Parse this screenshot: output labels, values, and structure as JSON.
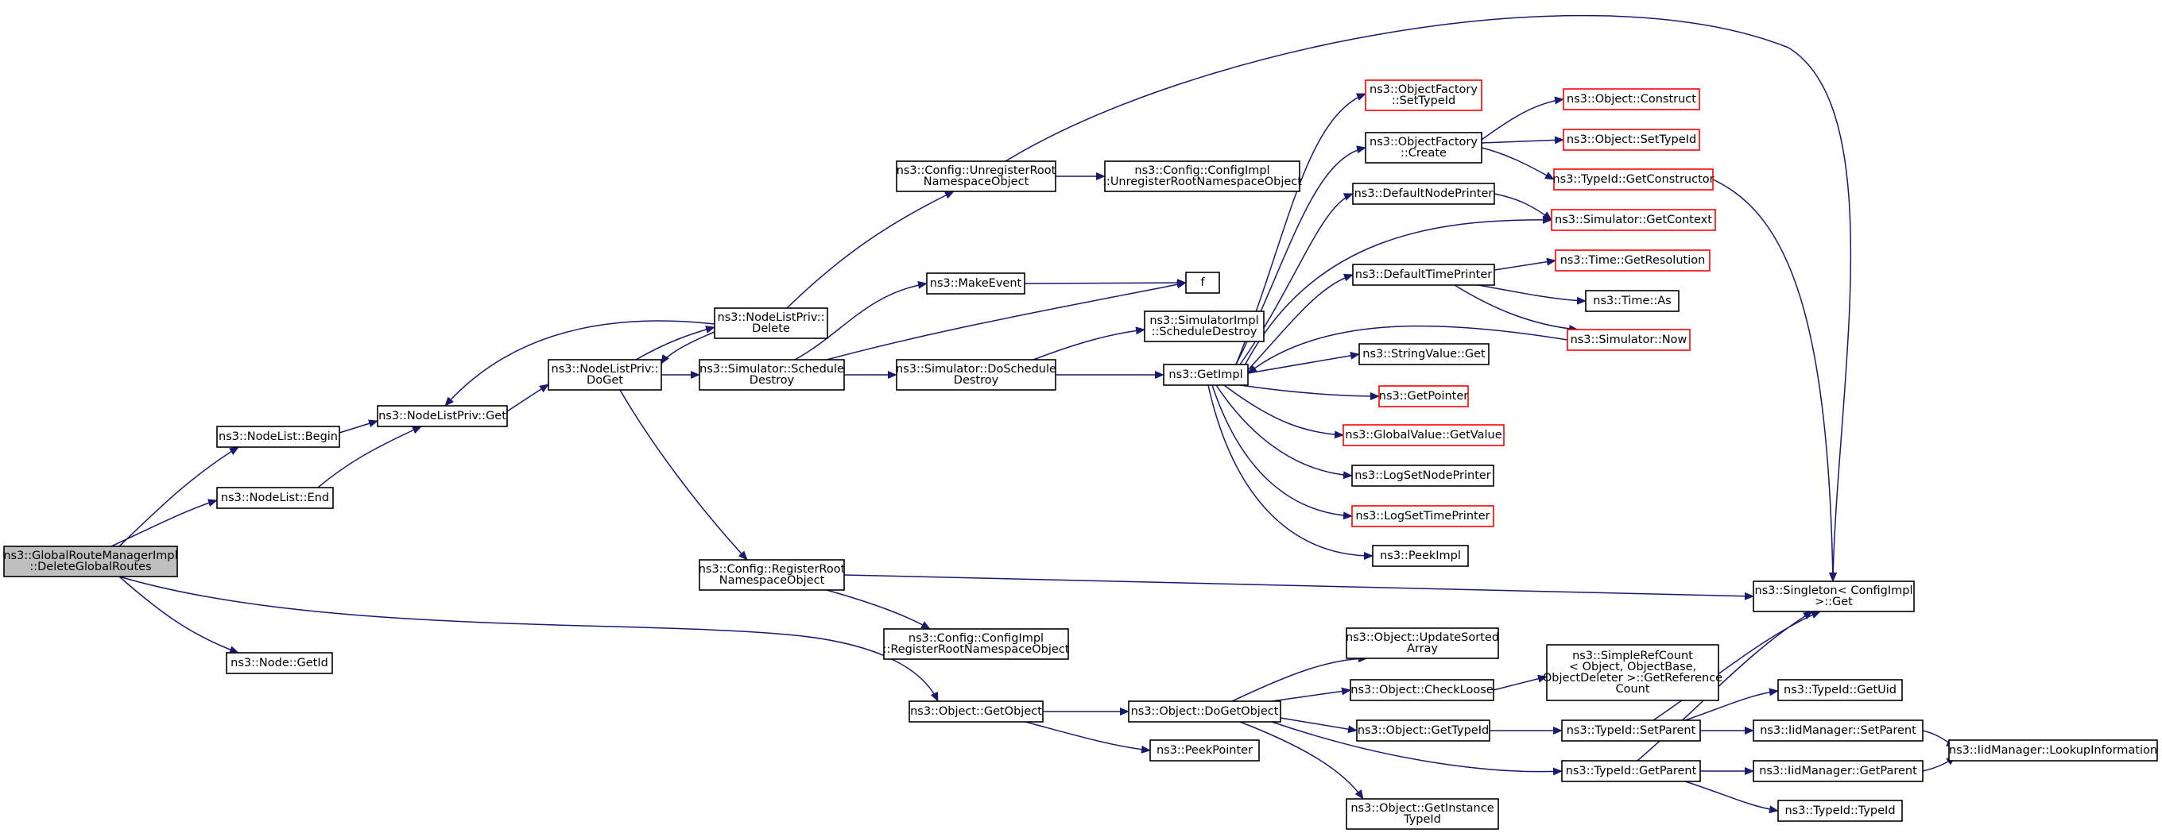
{
  "colors": {
    "edge": "#191970",
    "node_border": "#000000",
    "node_border_truncated": "#ff0000",
    "node_fill": "#ffffff",
    "root_fill": "#bfbfbf"
  },
  "nodes": [
    {
      "id": "root",
      "lines": [
        "ns3::GlobalRouteManagerImpl",
        "::DeleteGlobalRoutes"
      ],
      "style": "root"
    },
    {
      "id": "nl_begin",
      "lines": [
        "ns3::NodeList::Begin"
      ],
      "style": "normal"
    },
    {
      "id": "nl_end",
      "lines": [
        "ns3::NodeList::End"
      ],
      "style": "normal"
    },
    {
      "id": "node_getid",
      "lines": [
        "ns3::Node::GetId"
      ],
      "style": "normal"
    },
    {
      "id": "nlp_get",
      "lines": [
        "ns3::NodeListPriv::Get"
      ],
      "style": "normal"
    },
    {
      "id": "nlp_doget",
      "lines": [
        "ns3::NodeListPriv::",
        "DoGet"
      ],
      "style": "normal"
    },
    {
      "id": "nlp_delete",
      "lines": [
        "ns3::NodeListPriv::",
        "Delete"
      ],
      "style": "normal"
    },
    {
      "id": "cfg_unreg",
      "lines": [
        "ns3::Config::UnregisterRoot",
        "NamespaceObject"
      ],
      "style": "normal"
    },
    {
      "id": "cfgimpl_unreg",
      "lines": [
        "ns3::Config::ConfigImpl",
        "::UnregisterRootNamespaceObject"
      ],
      "style": "normal"
    },
    {
      "id": "makeevent",
      "lines": [
        "ns3::MakeEvent"
      ],
      "style": "normal"
    },
    {
      "id": "f",
      "lines": [
        "f"
      ],
      "style": "normal"
    },
    {
      "id": "sim_schedule",
      "lines": [
        "ns3::Simulator::Schedule",
        "Destroy"
      ],
      "style": "normal"
    },
    {
      "id": "sim_doschedule",
      "lines": [
        "ns3::Simulator::DoSchedule",
        "Destroy"
      ],
      "style": "normal"
    },
    {
      "id": "simimpl_schedule",
      "lines": [
        "ns3::SimulatorImpl",
        "::ScheduleDestroy"
      ],
      "style": "normal"
    },
    {
      "id": "getimpl",
      "lines": [
        "ns3::GetImpl"
      ],
      "style": "normal"
    },
    {
      "id": "cfg_reg",
      "lines": [
        "ns3::Config::RegisterRoot",
        "NamespaceObject"
      ],
      "style": "normal"
    },
    {
      "id": "cfgimpl_reg",
      "lines": [
        "ns3::Config::ConfigImpl",
        "::RegisterRootNamespaceObject"
      ],
      "style": "normal"
    },
    {
      "id": "obj_getobject",
      "lines": [
        "ns3::Object::GetObject"
      ],
      "style": "normal"
    },
    {
      "id": "obj_dogetobject",
      "lines": [
        "ns3::Object::DoGetObject"
      ],
      "style": "normal"
    },
    {
      "id": "peekpointer",
      "lines": [
        "ns3::PeekPointer"
      ],
      "style": "normal"
    },
    {
      "id": "of_settypeid",
      "lines": [
        "ns3::ObjectFactory",
        "::SetTypeId"
      ],
      "style": "truncated"
    },
    {
      "id": "of_create",
      "lines": [
        "ns3::ObjectFactory",
        "::Create"
      ],
      "style": "normal"
    },
    {
      "id": "defnodeprinter",
      "lines": [
        "ns3::DefaultNodePrinter"
      ],
      "style": "normal"
    },
    {
      "id": "deftimeprinter",
      "lines": [
        "ns3::DefaultTimePrinter"
      ],
      "style": "normal"
    },
    {
      "id": "stringvalue_get",
      "lines": [
        "ns3::StringValue::Get"
      ],
      "style": "normal"
    },
    {
      "id": "getpointer",
      "lines": [
        "ns3::GetPointer"
      ],
      "style": "truncated"
    },
    {
      "id": "gv_getvalue",
      "lines": [
        "ns3::GlobalValue::GetValue"
      ],
      "style": "truncated"
    },
    {
      "id": "logsetnodeprinter",
      "lines": [
        "ns3::LogSetNodePrinter"
      ],
      "style": "normal"
    },
    {
      "id": "logsettimeprinter",
      "lines": [
        "ns3::LogSetTimePrinter"
      ],
      "style": "truncated"
    },
    {
      "id": "peekimpl",
      "lines": [
        "ns3::PeekImpl"
      ],
      "style": "normal"
    },
    {
      "id": "obj_construct",
      "lines": [
        "ns3::Object::Construct"
      ],
      "style": "truncated"
    },
    {
      "id": "obj_settypeid",
      "lines": [
        "ns3::Object::SetTypeId"
      ],
      "style": "truncated"
    },
    {
      "id": "typeid_getconstructor",
      "lines": [
        "ns3::TypeId::GetConstructor"
      ],
      "style": "truncated"
    },
    {
      "id": "sim_getcontext",
      "lines": [
        "ns3::Simulator::GetContext"
      ],
      "style": "truncated"
    },
    {
      "id": "time_getresolution",
      "lines": [
        "ns3::Time::GetResolution"
      ],
      "style": "truncated"
    },
    {
      "id": "time_as",
      "lines": [
        "ns3::Time::As"
      ],
      "style": "normal"
    },
    {
      "id": "sim_now",
      "lines": [
        "ns3::Simulator::Now"
      ],
      "style": "truncated"
    },
    {
      "id": "singleton_get",
      "lines": [
        "ns3::Singleton< ConfigImpl",
        " >::Get"
      ],
      "style": "normal"
    },
    {
      "id": "obj_updatesorted",
      "lines": [
        "ns3::Object::UpdateSorted",
        "Array"
      ],
      "style": "normal"
    },
    {
      "id": "obj_checkloose",
      "lines": [
        "ns3::Object::CheckLoose"
      ],
      "style": "normal"
    },
    {
      "id": "obj_gettypeid",
      "lines": [
        "ns3::Object::GetTypeId"
      ],
      "style": "normal"
    },
    {
      "id": "obj_getinstancetypeid",
      "lines": [
        "ns3::Object::GetInstance",
        "TypeId"
      ],
      "style": "normal"
    },
    {
      "id": "simplerefcount",
      "lines": [
        "ns3::SimpleRefCount",
        "< Object, ObjectBase,",
        " ObjectDeleter >::GetReference",
        "Count"
      ],
      "style": "normal"
    },
    {
      "id": "typeid_setparent",
      "lines": [
        "ns3::TypeId::SetParent"
      ],
      "style": "normal"
    },
    {
      "id": "typeid_getparent",
      "lines": [
        "ns3::TypeId::GetParent"
      ],
      "style": "normal"
    },
    {
      "id": "typeid_getuid",
      "lines": [
        "ns3::TypeId::GetUid"
      ],
      "style": "normal"
    },
    {
      "id": "iidm_setparent",
      "lines": [
        "ns3::IidManager::SetParent"
      ],
      "style": "normal"
    },
    {
      "id": "iidm_getparent",
      "lines": [
        "ns3::IidManager::GetParent"
      ],
      "style": "normal"
    },
    {
      "id": "typeid_typeid",
      "lines": [
        "ns3::TypeId::TypeId"
      ],
      "style": "normal"
    },
    {
      "id": "iidm_lookup",
      "lines": [
        "ns3::IidManager::LookupInformation"
      ],
      "style": "normal"
    }
  ],
  "edges": [
    [
      "root",
      "nl_begin"
    ],
    [
      "root",
      "nl_end"
    ],
    [
      "root",
      "node_getid"
    ],
    [
      "root",
      "obj_getobject"
    ],
    [
      "nl_begin",
      "nlp_get"
    ],
    [
      "nl_end",
      "nlp_get"
    ],
    [
      "nlp_get",
      "nlp_doget"
    ],
    [
      "nlp_doget",
      "nlp_delete"
    ],
    [
      "nlp_doget",
      "sim_schedule"
    ],
    [
      "nlp_doget",
      "cfg_reg"
    ],
    [
      "nlp_delete",
      "nlp_get"
    ],
    [
      "nlp_delete",
      "nlp_doget"
    ],
    [
      "nlp_delete",
      "cfg_unreg"
    ],
    [
      "cfg_unreg",
      "cfgimpl_unreg"
    ],
    [
      "cfg_unreg",
      "singleton_get"
    ],
    [
      "sim_schedule",
      "makeevent"
    ],
    [
      "sim_schedule",
      "f"
    ],
    [
      "sim_schedule",
      "sim_doschedule"
    ],
    [
      "makeevent",
      "f"
    ],
    [
      "sim_doschedule",
      "simimpl_schedule"
    ],
    [
      "sim_doschedule",
      "getimpl"
    ],
    [
      "getimpl",
      "of_settypeid"
    ],
    [
      "getimpl",
      "of_create"
    ],
    [
      "getimpl",
      "defnodeprinter"
    ],
    [
      "getimpl",
      "sim_getcontext"
    ],
    [
      "getimpl",
      "deftimeprinter"
    ],
    [
      "getimpl",
      "stringvalue_get"
    ],
    [
      "getimpl",
      "getpointer"
    ],
    [
      "getimpl",
      "gv_getvalue"
    ],
    [
      "getimpl",
      "logsetnodeprinter"
    ],
    [
      "getimpl",
      "logsettimeprinter"
    ],
    [
      "getimpl",
      "peekimpl"
    ],
    [
      "of_create",
      "obj_construct"
    ],
    [
      "of_create",
      "obj_settypeid"
    ],
    [
      "of_create",
      "typeid_getconstructor"
    ],
    [
      "defnodeprinter",
      "sim_getcontext"
    ],
    [
      "deftimeprinter",
      "time_getresolution"
    ],
    [
      "deftimeprinter",
      "time_as"
    ],
    [
      "deftimeprinter",
      "sim_now"
    ],
    [
      "sim_now",
      "getimpl"
    ],
    [
      "typeid_getconstructor",
      "singleton_get"
    ],
    [
      "cfg_reg",
      "cfgimpl_reg"
    ],
    [
      "cfg_reg",
      "singleton_get"
    ],
    [
      "obj_getobject",
      "obj_dogetobject"
    ],
    [
      "obj_getobject",
      "peekpointer"
    ],
    [
      "obj_dogetobject",
      "obj_updatesorted"
    ],
    [
      "obj_dogetobject",
      "obj_checkloose"
    ],
    [
      "obj_dogetobject",
      "obj_gettypeid"
    ],
    [
      "obj_dogetobject",
      "obj_getinstancetypeid"
    ],
    [
      "obj_dogetobject",
      "typeid_getparent"
    ],
    [
      "obj_checkloose",
      "simplerefcount"
    ],
    [
      "obj_gettypeid",
      "typeid_setparent"
    ],
    [
      "typeid_setparent",
      "singleton_get"
    ],
    [
      "typeid_setparent",
      "typeid_getuid"
    ],
    [
      "typeid_setparent",
      "iidm_setparent"
    ],
    [
      "typeid_getparent",
      "singleton_get"
    ],
    [
      "typeid_getparent",
      "iidm_getparent"
    ],
    [
      "typeid_getparent",
      "typeid_typeid"
    ],
    [
      "iidm_setparent",
      "iidm_lookup"
    ],
    [
      "iidm_getparent",
      "iidm_lookup"
    ]
  ]
}
